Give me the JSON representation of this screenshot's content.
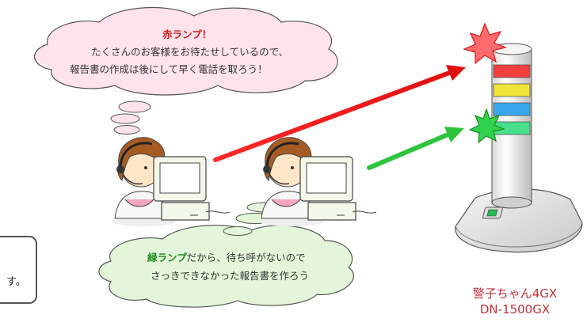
{
  "bubbles": {
    "red": {
      "title": "赤ランプ！",
      "line1": "たくさんのお客様をお待たせしているので、",
      "line2": "報告書の作成は後にして早く電話を取ろう！"
    },
    "green": {
      "title": "緑ランプ",
      "title_suffix": "だから、待ち呼がないので",
      "line2": "さっきできなかった報告書を作ろう"
    }
  },
  "side_note": {
    "text": "す。"
  },
  "product": {
    "name": "警子ちゃん4GX",
    "model": "DN-1500GX"
  },
  "colors": {
    "red_lamp": "#e32020",
    "green_lamp": "#22cc33",
    "arrow_red": "#e61e1e",
    "arrow_green": "#2fc43c",
    "product_text": "#c0303a"
  }
}
